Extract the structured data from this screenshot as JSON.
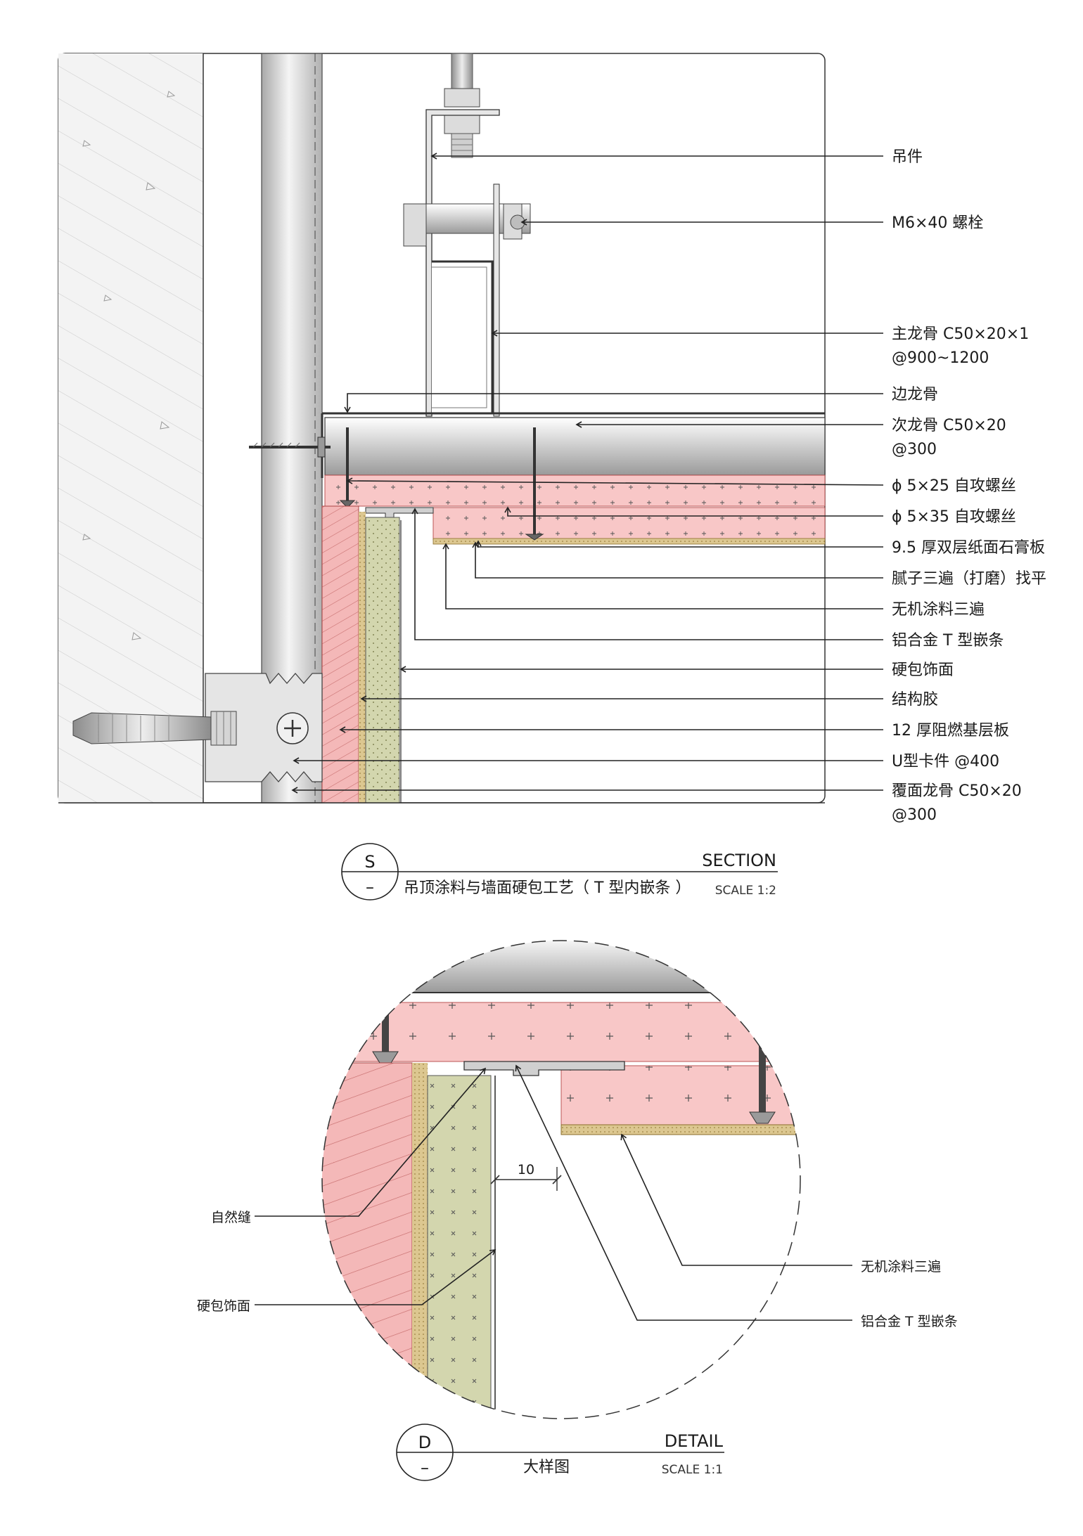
{
  "section": {
    "symbol_top": "S",
    "symbol_bottom": "–",
    "title_en": "SECTION",
    "title_cn": "吊顶涂料与墙面硬包工艺（ T 型内嵌条 ）",
    "scale": "SCALE 1:2",
    "labels": [
      {
        "text": "吊件"
      },
      {
        "text": "M6×40 螺栓"
      },
      {
        "text": "主龙骨 C50×20×1",
        "text2": "@900~1200"
      },
      {
        "text": "边龙骨"
      },
      {
        "text": "次龙骨 C50×20",
        "text2": "@300"
      },
      {
        "text": "ϕ 5×25 自攻螺丝"
      },
      {
        "text": "ϕ 5×35 自攻螺丝"
      },
      {
        "text": "9.5 厚双层纸面石膏板"
      },
      {
        "text": "腻子三遍（打磨）找平"
      },
      {
        "text": "无机涂料三遍"
      },
      {
        "text": "铝合金 T 型嵌条"
      },
      {
        "text": "硬包饰面"
      },
      {
        "text": "结构胶"
      },
      {
        "text": "12 厚阻燃基层板"
      },
      {
        "text": "U型卡件 @400"
      },
      {
        "text": "覆面龙骨 C50×20",
        "text2": "@300"
      }
    ]
  },
  "detail": {
    "symbol_top": "D",
    "symbol_bottom": "–",
    "title_en": "DETAIL",
    "title_cn": "大样图",
    "scale": "SCALE 1:1",
    "dimension": "10",
    "labels_left": [
      {
        "text": "自然缝"
      },
      {
        "text": "硬包饰面"
      }
    ],
    "labels_right": [
      {
        "text": "无机涂料三遍"
      },
      {
        "text": "铝合金 T 型嵌条"
      }
    ]
  },
  "colors": {
    "pink": "#f8c7c7",
    "pink_dark": "#e79a9a",
    "olive": "#d3d6ae",
    "sand": "#d8c98e",
    "concrete": "#f2f2f2",
    "steel": "#d7d7d7"
  }
}
